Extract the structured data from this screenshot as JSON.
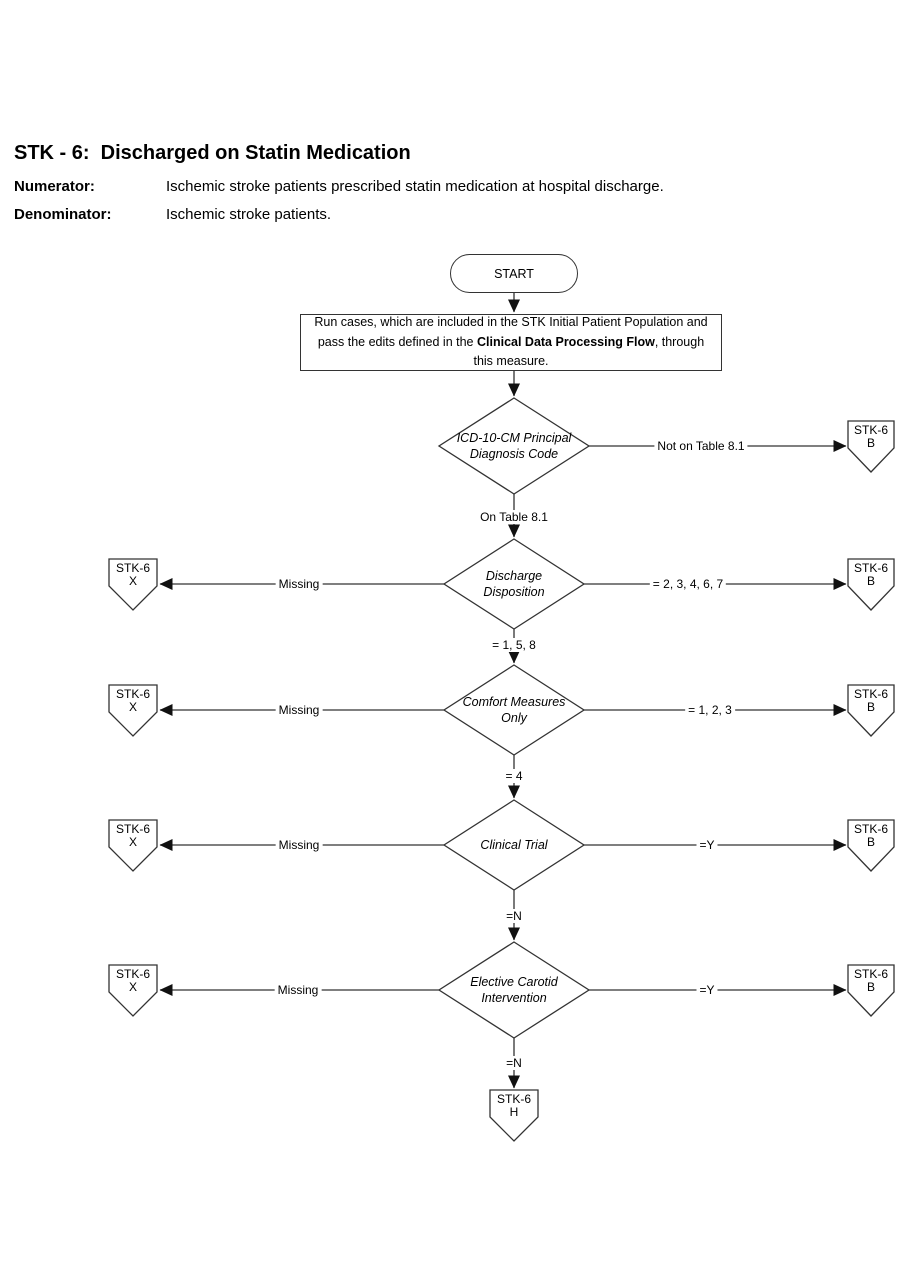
{
  "header": {
    "title": "STK - 6:  Discharged on Statin Medication",
    "numerator_label": "Numerator:",
    "numerator_text": "Ischemic stroke patients prescribed statin medication at hospital discharge.",
    "denominator_label": "Denominator:",
    "denominator_text": "Ischemic stroke patients."
  },
  "flowchart": {
    "start_label": "START",
    "process": {
      "text_before": "Run cases, which are included in the STK Initial Patient Population and pass the edits defined in the ",
      "text_bold": "Clinical Data Processing Flow",
      "text_after": ", through this measure."
    },
    "decisions": [
      {
        "line1": "ICD-10-CM Principal",
        "line2": "Diagnosis Code"
      },
      {
        "line1": "Discharge",
        "line2": "Disposition"
      },
      {
        "line1": "Comfort Measures",
        "line2": "Only"
      },
      {
        "line1": "Clinical Trial",
        "line2": ""
      },
      {
        "line1": "Elective Carotid",
        "line2": "Intervention"
      }
    ],
    "edge_labels": {
      "row1_right": "Not on Table 8.1",
      "row1_down": "On Table 8.1",
      "row2_left": "Missing",
      "row2_right": "= 2, 3, 4, 6, 7",
      "row2_down": "= 1, 5, 8",
      "row3_left": "Missing",
      "row3_right": "= 1, 2, 3",
      "row3_down": "= 4",
      "row4_left": "Missing",
      "row4_right": "=Y",
      "row4_down": "=N",
      "row5_left": "Missing",
      "row5_right": "=Y",
      "row5_down": "=N"
    },
    "connectors": {
      "prefix": "STK-6",
      "b": "B",
      "x": "X",
      "h": "H"
    },
    "colors": {
      "stroke": "#333333",
      "arrow": "#111111",
      "text": "#000000",
      "background": "#ffffff"
    }
  }
}
